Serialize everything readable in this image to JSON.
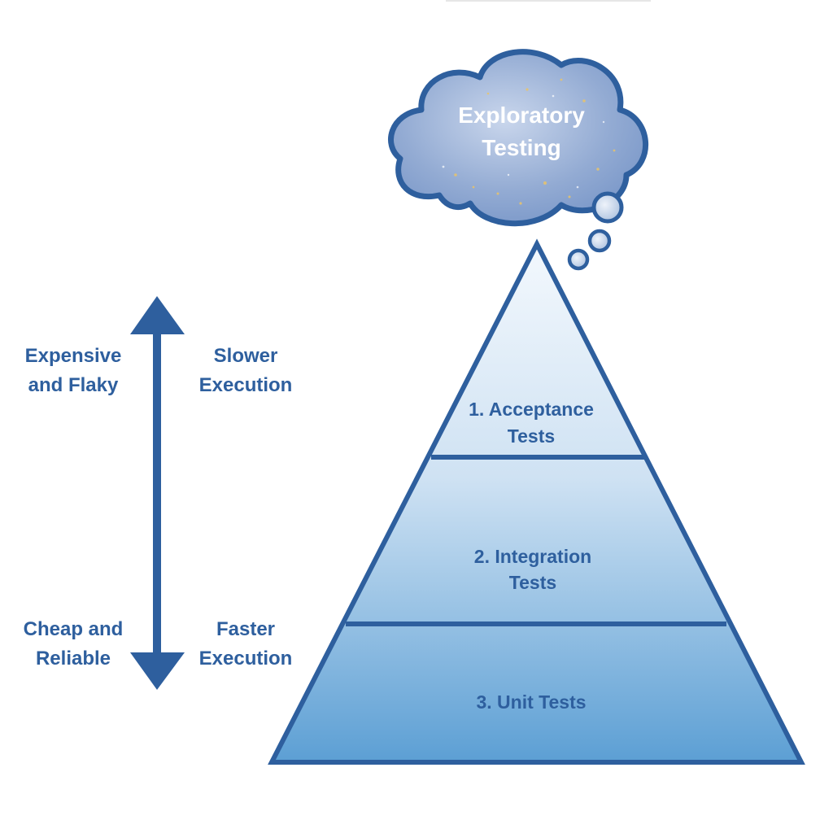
{
  "cloud": {
    "line1": "Exploratory",
    "line2": "Testing"
  },
  "axis_labels": {
    "top_left_line1": "Expensive",
    "top_left_line2": "and Flaky",
    "top_right_line1": "Slower",
    "top_right_line2": "Execution",
    "bottom_left_line1": "Cheap and",
    "bottom_left_line2": "Reliable",
    "bottom_right_line1": "Faster",
    "bottom_right_line2": "Execution"
  },
  "pyramid": {
    "tiers": [
      {
        "line1": "1. Acceptance",
        "line2": "Tests"
      },
      {
        "line1": "2. Integration",
        "line2": "Tests"
      },
      {
        "line1": "3. Unit Tests"
      }
    ]
  },
  "colors": {
    "outline": "#2e5f9e",
    "text": "#2e5f9e",
    "pyramid_top": "#f3f8fd",
    "pyramid_bottom": "#5c9fd4",
    "cloud_fill": "#8ea7cf"
  }
}
